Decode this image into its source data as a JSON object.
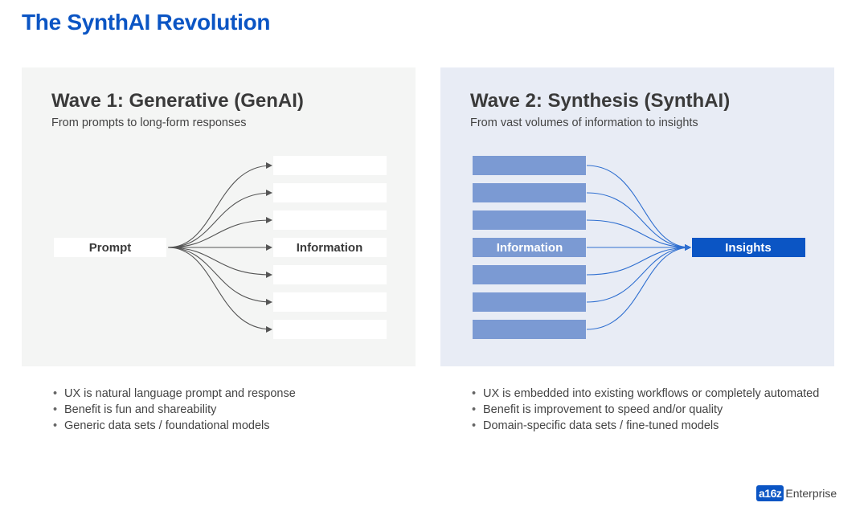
{
  "title": "The SynthAI Revolution",
  "wave1": {
    "heading": "Wave 1: Generative (GenAI)",
    "subtitle": "From prompts to long-form responses",
    "source_label": "Prompt",
    "target_label": "Information",
    "bullets": [
      "UX is natural language prompt and response",
      "Benefit is fun and shareability",
      "Generic data sets / foundational models"
    ]
  },
  "wave2": {
    "heading": "Wave 2: Synthesis (SynthAI)",
    "subtitle": "From vast volumes of information to insights",
    "source_label": "Information",
    "target_label": "Insights",
    "bullets": [
      "UX is embedded into existing workflows or completely automated",
      "Benefit is improvement to speed and/or quality",
      "Domain-specific data sets / fine-tuned models"
    ]
  },
  "logo": {
    "mark": "a16z",
    "text": "Enterprise"
  },
  "colors": {
    "title": "#0b55c4",
    "panel_left": "#f4f5f4",
    "panel_right": "#e8ecf5",
    "info_box_blue": "#7b9ad3",
    "insights_blue": "#0b55c4",
    "arrow_gray": "#555555",
    "arrow_blue": "#2f6fd0"
  }
}
